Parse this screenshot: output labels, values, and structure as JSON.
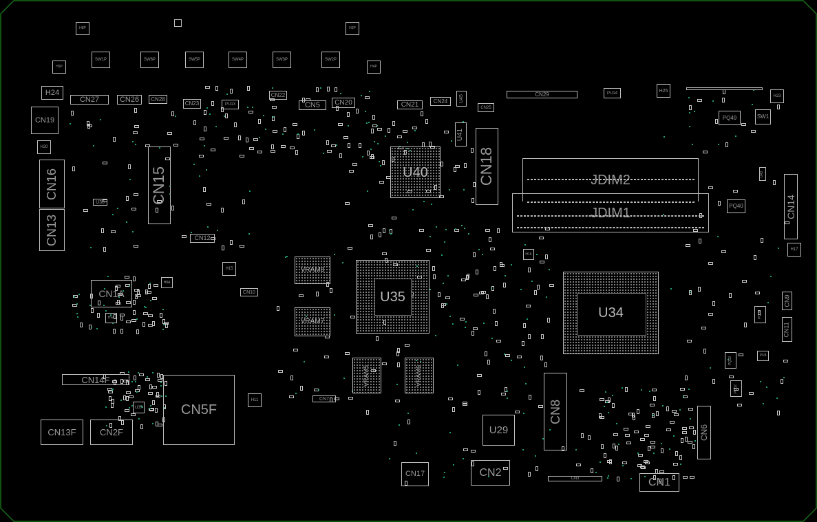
{
  "board": {
    "outline_color": "#1b6e1b",
    "silk_color": "#bdbdbd",
    "via_color": "#1f9e78"
  },
  "labels": {
    "U40": "U40",
    "U35": "U35",
    "U34": "U34",
    "JDIM2": "JDIM2",
    "JDIM1": "JDIM1",
    "CN18": "CN18",
    "CN15": "CN15",
    "CN16": "CN16",
    "CN13": "CN13",
    "CN19": "CN19",
    "CN1A": "CN1A",
    "CN14F": "CN14F",
    "CN13F": "CN13F",
    "CN2F": "CN2F",
    "CN5F": "CN5F",
    "VRAM8": "VRAM8",
    "VRAM7": "VRAM7",
    "VRAM5": "VRAM5",
    "VRAM6": "VRAM6",
    "CN8": "CN8",
    "U29": "U29",
    "CN6": "CN6",
    "CN1": "CN1",
    "CN2": "CN2",
    "CN17": "CN17",
    "CN14": "CN14",
    "CN9": "CN9",
    "CN11": "CN11",
    "CN27": "CN27",
    "CN26": "CN26",
    "CN28": "CN28",
    "CN23": "CN23",
    "CN22": "CN22",
    "CN5": "CN5",
    "CN20": "CN20",
    "CN21": "CN21",
    "CN24": "CN24",
    "CN25": "CN25",
    "CN29": "CN29",
    "U45": "U45",
    "U41": "U41",
    "CN12": "CN12",
    "CN10": "CN10",
    "CN7": "CN7",
    "U38": "U38",
    "U37": "U37",
    "PU13": "PU13",
    "PU14": "PU14",
    "PQ49": "PQ49",
    "SW1": "SW1",
    "PQ40": "PQ40",
    "U43": "U43",
    "PQ33": "PQ33",
    "PQ34": "PQ34",
    "PQ32": "PQ32",
    "PU8": "PU8",
    "H24": "H24",
    "H25": "H25",
    "H23": "H23",
    "H20": "H20",
    "H15": "H15",
    "H16": "H16",
    "H17": "H17",
    "H11": "H11",
    "H8A": "H8A",
    "H9A": "H9A",
    "H8P": "H8P",
    "H9P": "H9P",
    "H3P": "H3P",
    "H4P": "H4P",
    "SW1P": "SW1P",
    "SW6P": "SW6P",
    "SW5P": "SW5P",
    "SW4P": "SW4P",
    "SW3P": "SW3P",
    "SW2P": "SW2P",
    "CN3": "CN3"
  }
}
